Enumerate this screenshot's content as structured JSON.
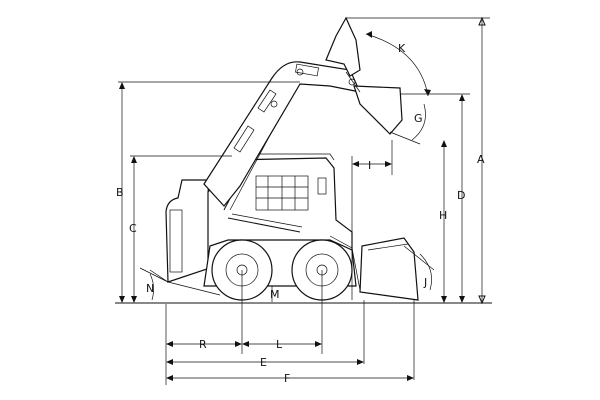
{
  "dimension_labels": {
    "A": "A",
    "B": "B",
    "C": "C",
    "D": "D",
    "E": "E",
    "F": "F",
    "G": "G",
    "H": "H",
    "I": "I",
    "J": "J",
    "K": "K",
    "L": "L",
    "M": "M",
    "N": "N",
    "R": "R"
  },
  "colors": {
    "line": "#111111",
    "background": "#ffffff"
  }
}
